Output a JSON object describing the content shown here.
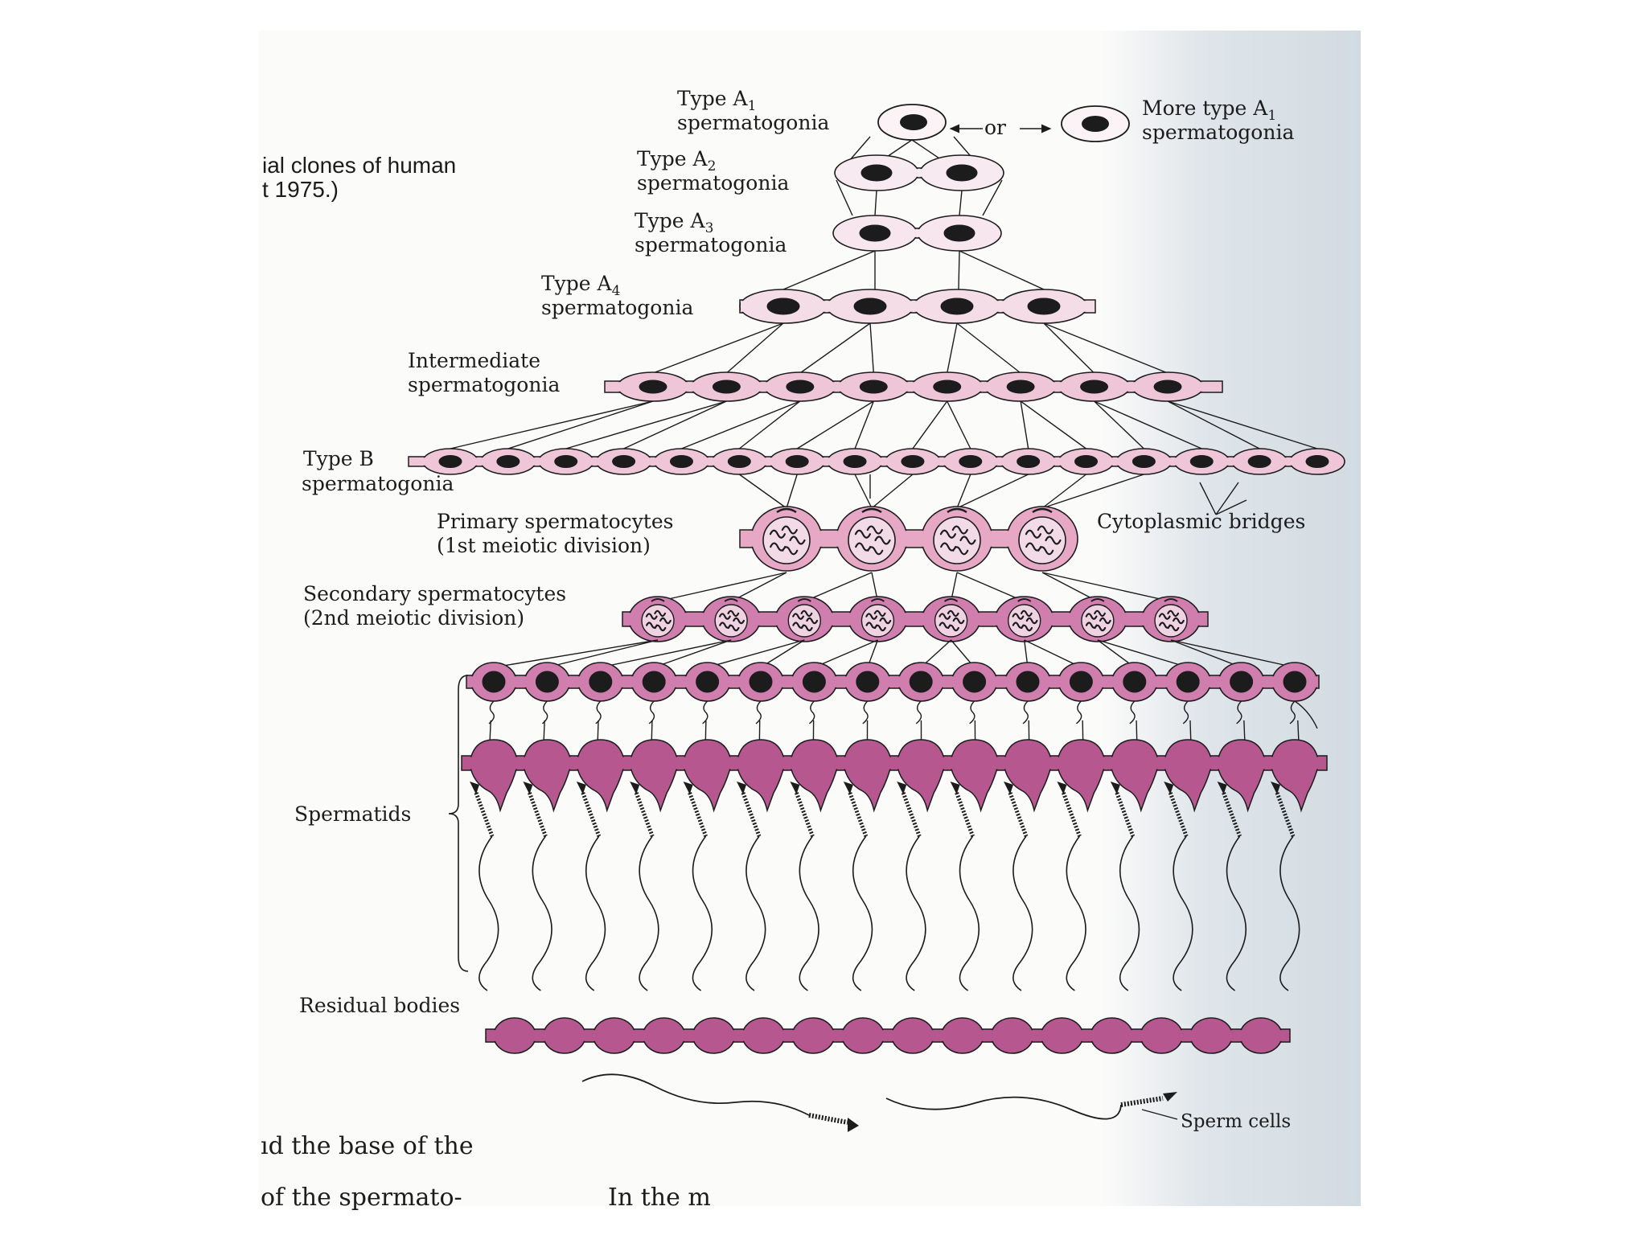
{
  "caption": {
    "line1": "ial clones of human",
    "line2": "t 1975.)"
  },
  "labels": {
    "type_a1": {
      "prefix": "Type A",
      "sub": "1",
      "line2": "spermatogonia"
    },
    "or": "or",
    "more_type_a1": {
      "prefix": "More type A",
      "sub": "1",
      "line2": "spermatogonia"
    },
    "type_a2": {
      "prefix": "Type A",
      "sub": "2",
      "line2": "spermatogonia"
    },
    "type_a3": {
      "prefix": "Type A",
      "sub": "3",
      "line2": "spermatogonia"
    },
    "type_a4": {
      "prefix": "Type A",
      "sub": "4",
      "line2": "spermatogonia"
    },
    "intermediate": {
      "line1": "Intermediate",
      "line2": "spermatogonia"
    },
    "type_b": {
      "line1": "Type B",
      "line2": "spermatogonia"
    },
    "primary": {
      "line1": "Primary spermatocytes",
      "line2": "(1st meiotic division)"
    },
    "secondary": {
      "line1": "Secondary spermatocytes",
      "line2": "(2nd meiotic division)"
    },
    "cytoplasmic_bridges": "Cytoplasmic bridges",
    "spermatids": "Spermatids",
    "residual_bodies": "Residual bodies",
    "sperm_cells": "Sperm cells"
  },
  "body_text": {
    "line1": "ıd the base of the",
    "line2": "of the spermato-",
    "line3": "In the m"
  },
  "colors": {
    "pale_pink": "#f4dde7",
    "light_pink": "#efc6d8",
    "mid_pink": "#e7a8c6",
    "magenta": "#cf7eae",
    "deep_magenta": "#b6588f",
    "ink": "#1c1c1c"
  },
  "rows": {
    "type_a2_cells": 2,
    "type_a3_cells": 2,
    "type_a4_cells": 4,
    "intermediate_cells": 8,
    "type_b_cells": 16,
    "primary_spermatocytes": 4,
    "secondary_spermatocytes": 8,
    "spermatids": 16,
    "residual_bodies": 16,
    "sperm_cells": 2
  }
}
